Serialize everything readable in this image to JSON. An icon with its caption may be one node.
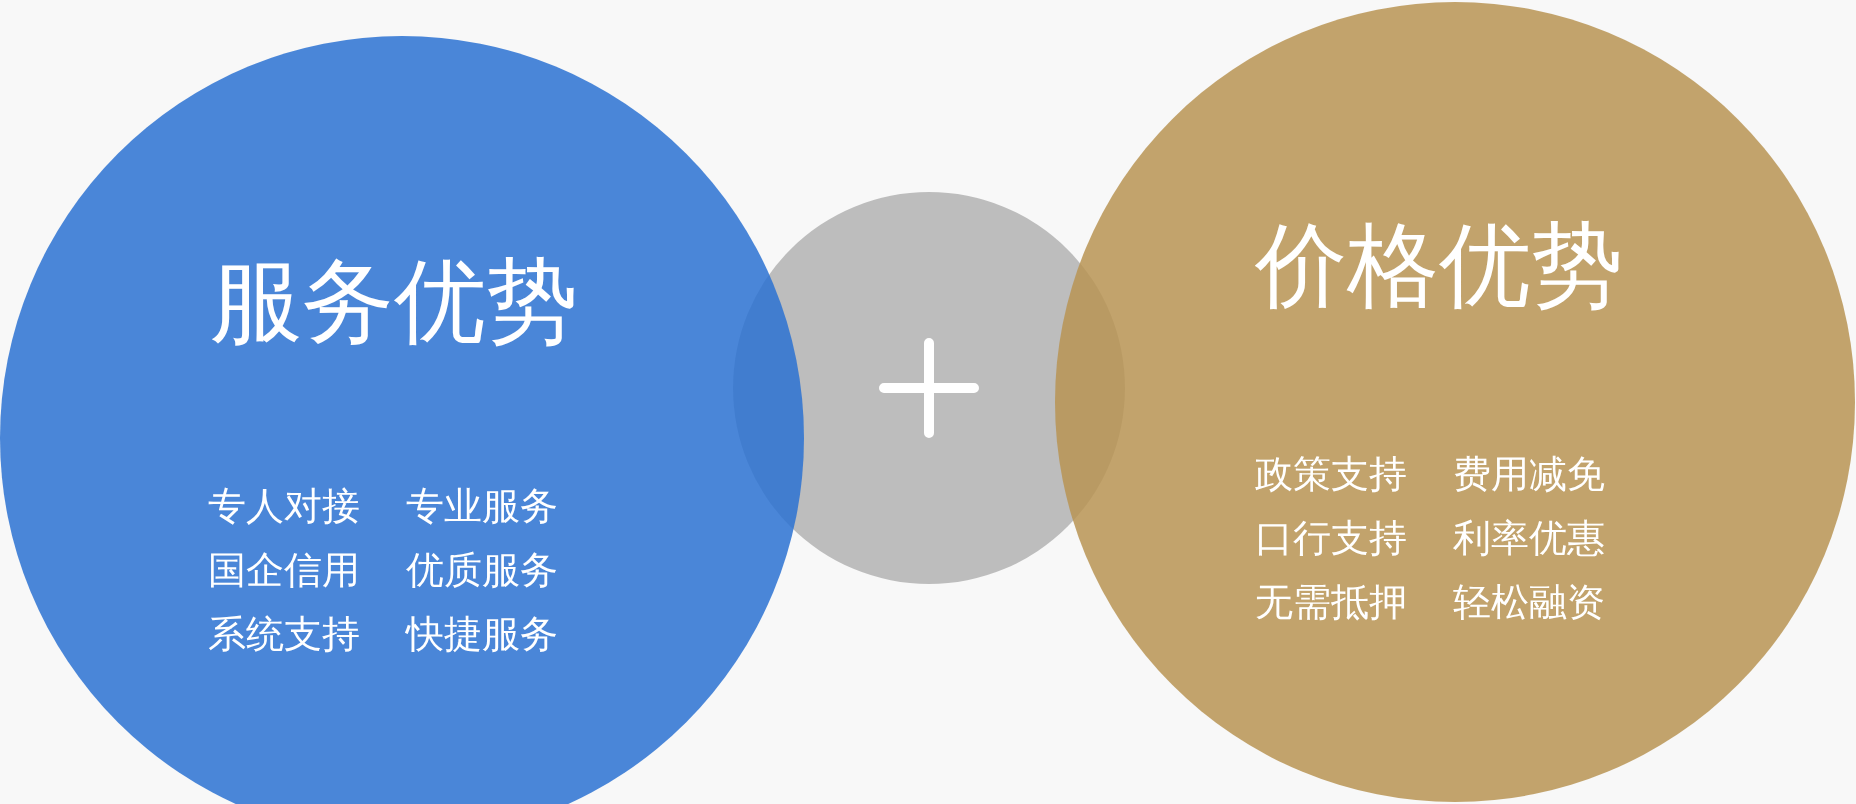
{
  "diagram": {
    "nodes": [
      {
        "text": [
          "服务优势",
          "专人对接",
          "专业服务",
          "国企信用",
          "优质服务",
          "系统支持",
          "快捷服务"
        ]
      },
      {
        "text": [],
        "shape": "circle"
      },
      {
        "text": [
          "价格优势",
          "政策支持",
          "费用减免",
          "口行支持",
          "利率优惠",
          "无需抵押",
          "轻松融资"
        ]
      }
    ]
  }
}
